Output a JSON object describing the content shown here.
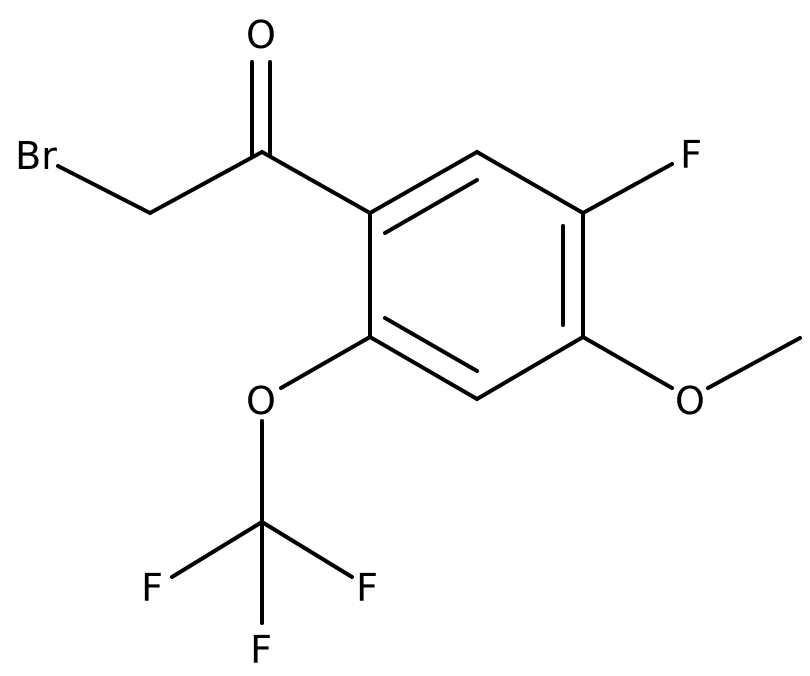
{
  "atoms": {
    "oxygen_carbonyl": "O",
    "bromine": "Br",
    "fluorine_ring": "F",
    "oxygen_methoxy": "O",
    "oxygen_ether": "O",
    "fluorine_1": "F",
    "fluorine_2": "F",
    "fluorine_3": "F"
  },
  "colors": {
    "ink": "#000000",
    "background": "#ffffff"
  }
}
